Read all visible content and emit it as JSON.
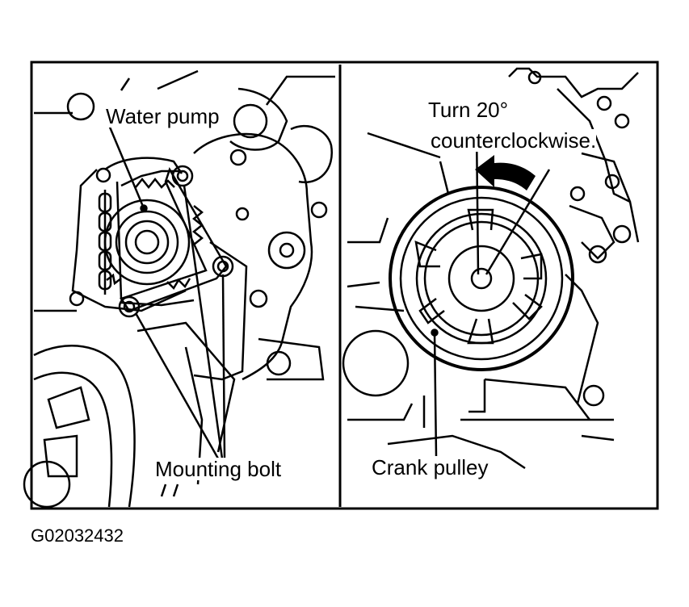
{
  "left_panel": {
    "label_water_pump": "Water pump",
    "label_mounting_bolt": "Mounting bolt"
  },
  "right_panel": {
    "label_turn_line1": "Turn 20°",
    "label_turn_line2": "counterclockwise.",
    "label_crank_pulley": "Crank pulley"
  },
  "figure_code": "G02032432",
  "colors": {
    "ink": "#000000",
    "paper": "#ffffff"
  }
}
